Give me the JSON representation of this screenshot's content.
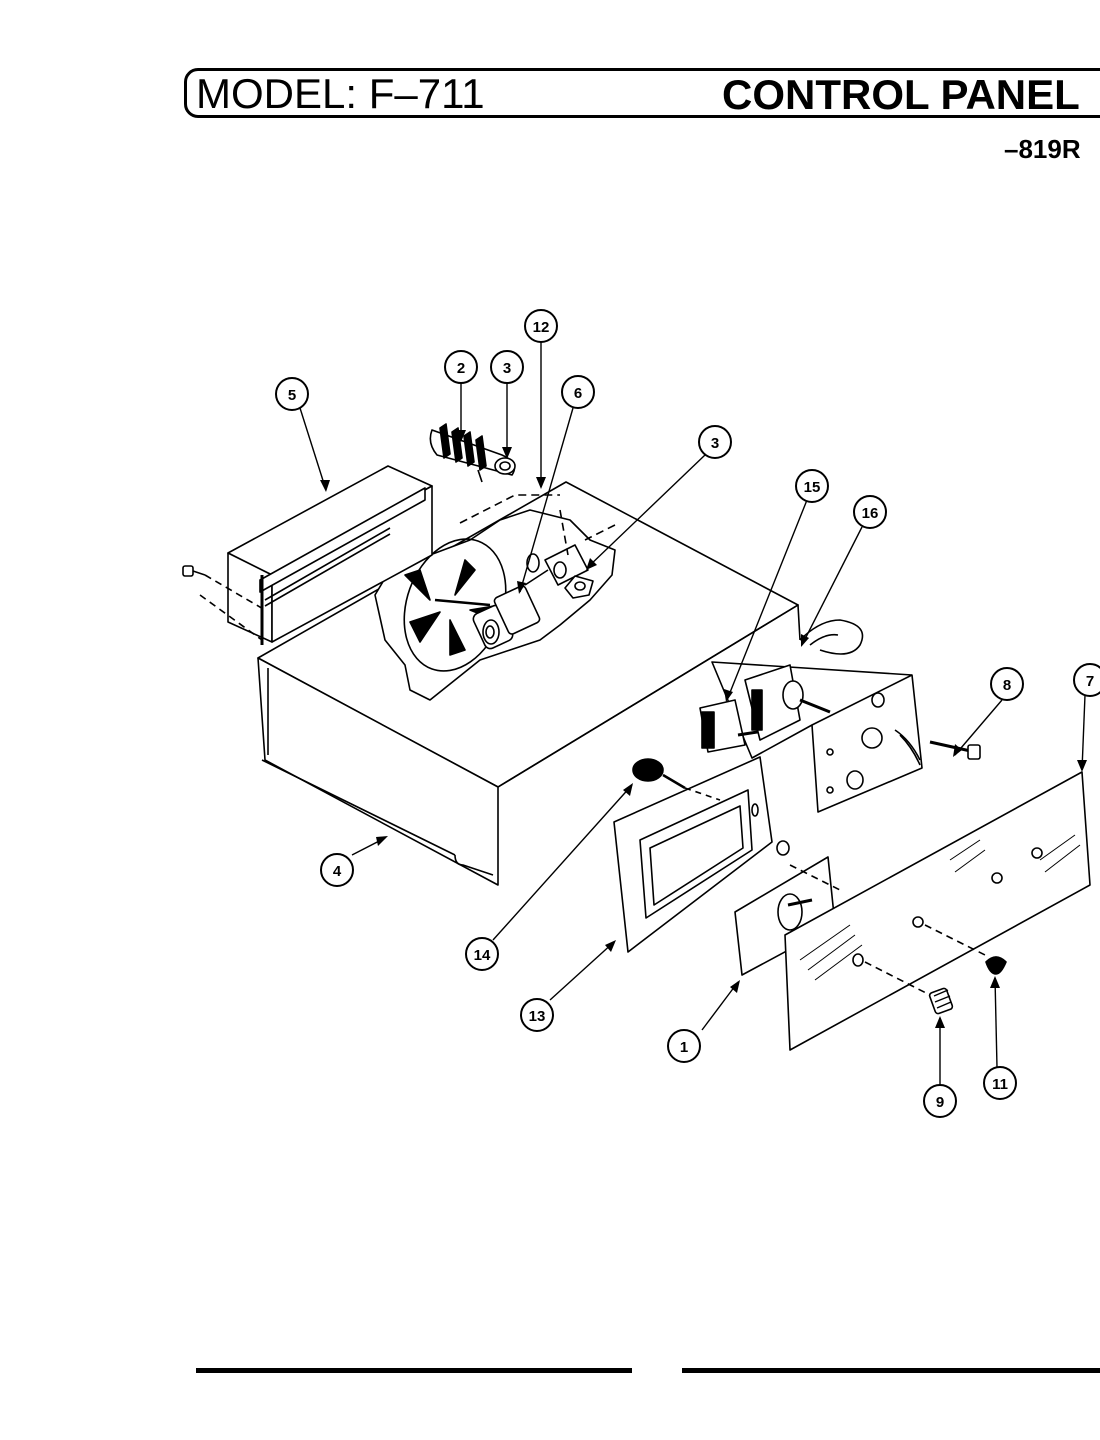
{
  "header": {
    "model_label": "MODEL: F–711",
    "section_label": "CONTROL PANEL",
    "suffix": "–819R"
  },
  "callouts": [
    {
      "id": "c1",
      "label": "1"
    },
    {
      "id": "c2",
      "label": "2"
    },
    {
      "id": "c3a",
      "label": "3"
    },
    {
      "id": "c3b",
      "label": "3"
    },
    {
      "id": "c4",
      "label": "4"
    },
    {
      "id": "c5",
      "label": "5"
    },
    {
      "id": "c6",
      "label": "6"
    },
    {
      "id": "c7",
      "label": "7"
    },
    {
      "id": "c8",
      "label": "8"
    },
    {
      "id": "c9",
      "label": "9"
    },
    {
      "id": "c11",
      "label": "11"
    },
    {
      "id": "c12",
      "label": "12"
    },
    {
      "id": "c13",
      "label": "13"
    },
    {
      "id": "c14",
      "label": "14"
    },
    {
      "id": "c15",
      "label": "15"
    },
    {
      "id": "c16",
      "label": "16"
    }
  ]
}
